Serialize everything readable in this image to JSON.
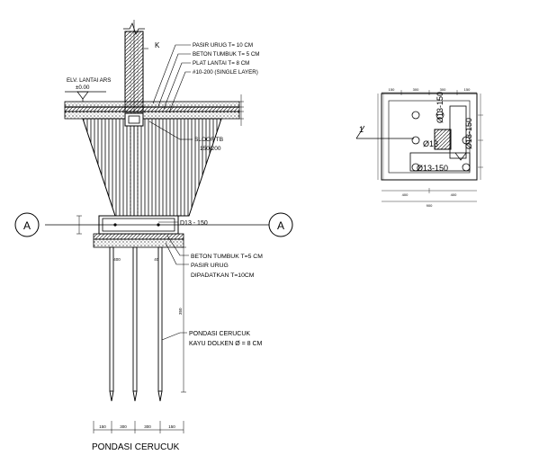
{
  "section": {
    "column_tag": "K",
    "floor_layers": [
      "PASIR URUG T= 10 CM",
      "BETON TUMBUK T= 5 CM",
      "PLAT LANTAI T= 8 CM",
      "#10-200 (SINGLE LAYER)"
    ],
    "elevation_label": "ELV. LANTAI ARS",
    "elevation_value": "±0.00",
    "sloof_label": "SLOOF TB",
    "sloof_size": "150/200",
    "cut_marker": "A",
    "rebar_label": "D13 - 150",
    "base_layers": [
      "BETON TUMBUK T=5 CM",
      "PASIR URUG",
      "DIPADATKAN T=10CM"
    ],
    "pile_label": "PONDASI CERUCUK",
    "pile_spec": "KAYU DOLKEN Ø = 8 CM",
    "cap_dims": [
      "400",
      "400"
    ],
    "pile_length": "350",
    "pile_spacing": [
      "150",
      "300",
      "300",
      "150"
    ],
    "title": "PONDASI CERUCUK"
  },
  "plan": {
    "section_mark": "1",
    "top_dims": [
      "150",
      "300",
      "300",
      "150"
    ],
    "bottom_dims": [
      "400",
      "400"
    ],
    "overall_dim": "900",
    "rebar_labels": [
      "Ø13",
      "Ø13-150",
      "Ø13-150",
      "Ø13-150"
    ]
  }
}
